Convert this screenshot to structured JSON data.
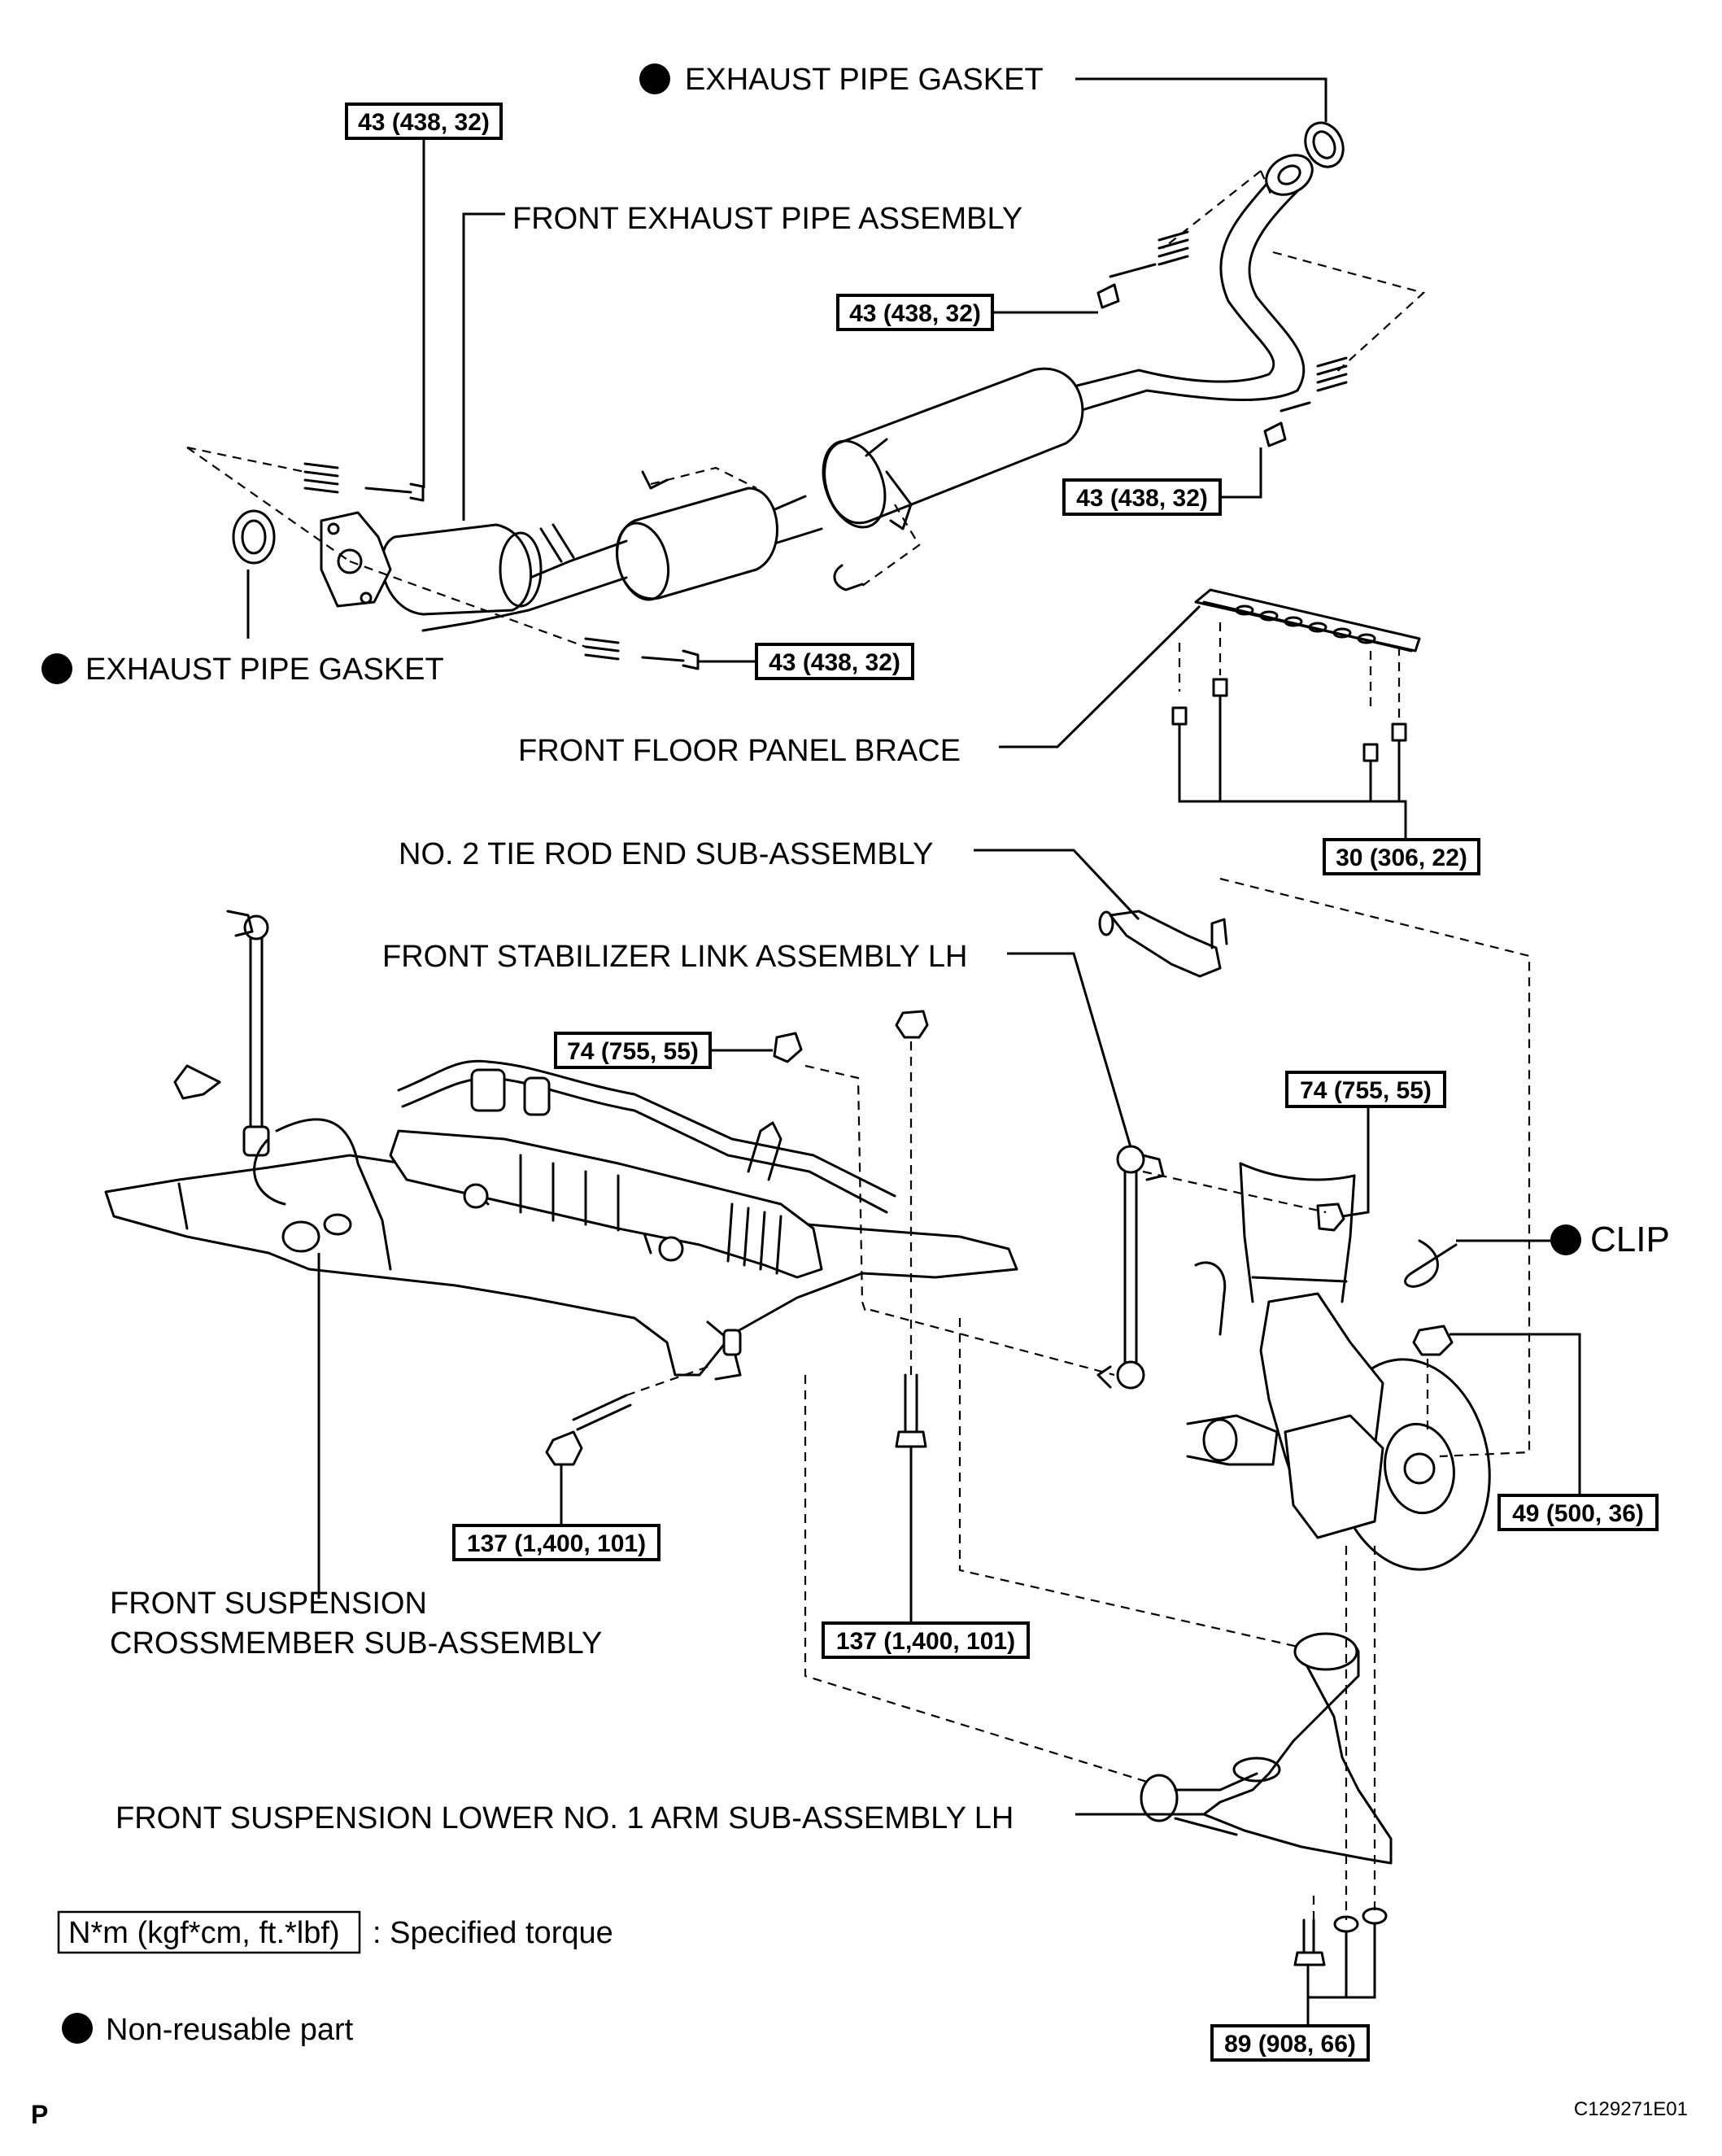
{
  "labels": {
    "exhaust_gasket_top": "EXHAUST PIPE GASKET",
    "front_exhaust_pipe": "FRONT EXHAUST PIPE ASSEMBLY",
    "exhaust_gasket_left": "EXHAUST PIPE GASKET",
    "floor_panel_brace": "FRONT FLOOR PANEL BRACE",
    "tie_rod_end": "NO. 2 TIE ROD END SUB-ASSEMBLY",
    "stabilizer_link": "FRONT STABILIZER LINK ASSEMBLY LH",
    "clip": "CLIP",
    "crossmember_line1": "FRONT SUSPENSION",
    "crossmember_line2": "CROSSMEMBER SUB-ASSEMBLY",
    "lower_arm": "FRONT SUSPENSION LOWER NO. 1 ARM SUB-ASSEMBLY LH"
  },
  "torques": {
    "t_top_left": "43 (438, 32)",
    "t_pipe_top": "43 (438, 32)",
    "t_pipe_right": "43 (438, 32)",
    "t_pipe_bottom": "43 (438, 32)",
    "t_brace": "30 (306, 22)",
    "t_stab_top": "74 (755, 55)",
    "t_stab_right": "74 (755, 55)",
    "t_knuckle": "49 (500, 36)",
    "t_cross_left": "137 (1,400, 101)",
    "t_cross_mid": "137 (1,400, 101)",
    "t_arm": "89 (908, 66)"
  },
  "legend": {
    "torque_box": "N*m (kgf*cm, ft.*lbf)",
    "torque_text": ": Specified torque",
    "nonreusable_text": "Non-reusable part"
  },
  "footer": {
    "page_marker": "P",
    "figure_code": "C129271E01"
  }
}
